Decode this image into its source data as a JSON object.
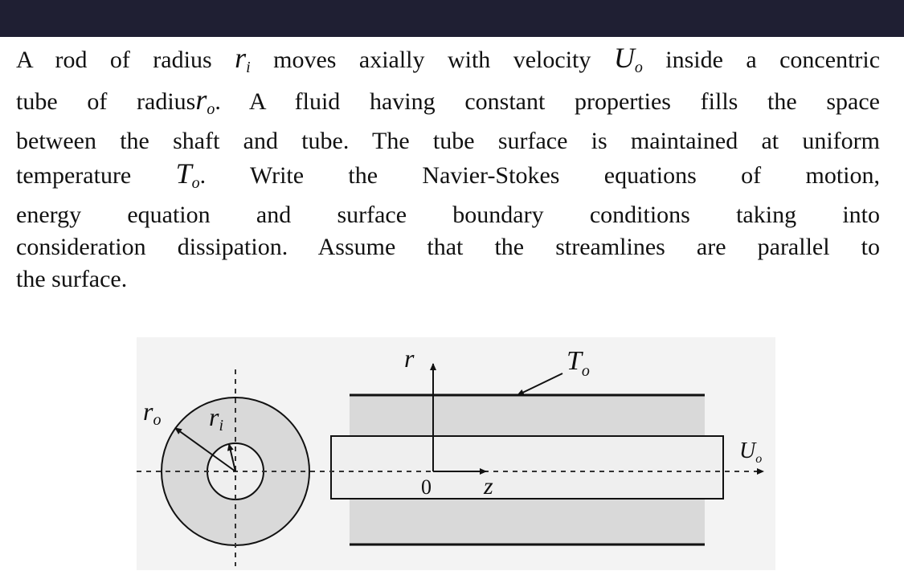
{
  "problem": {
    "line1": {
      "a": "A rod of radius",
      "b": "moves axially with velocity",
      "c": "inside a concentric"
    },
    "line2": {
      "a": "tube of radius",
      "b": ". A fluid having constant properties fills the space"
    },
    "line3": "between the shaft and tube. The tube surface is maintained at uniform",
    "line4": {
      "a": "temperature",
      "b": ". Write the Navier-Stokes equations of motion,"
    },
    "line5": "energy equation and surface boundary conditions taking into",
    "line6": "consideration dissipation. Assume that the streamlines are parallel to",
    "line7": "the surface.",
    "symbols": {
      "r": "r",
      "i": "i",
      "o": "o",
      "U": "U",
      "T": "T"
    }
  },
  "figure": {
    "labels": {
      "r_o": "r",
      "r_o_sub": "o",
      "r_i": "r",
      "r_i_sub": "i",
      "r_axis": "r",
      "z_axis": "z",
      "origin": "0",
      "T_o": "T",
      "T_o_sub": "o",
      "U_o": "U",
      "U_o_sub": "o"
    }
  },
  "colors": {
    "top_bar": "#1f1f33",
    "annulus_fill": "#d9d9d9",
    "rod_fill": "#efefef",
    "figure_bg": "#f3f3f3"
  }
}
